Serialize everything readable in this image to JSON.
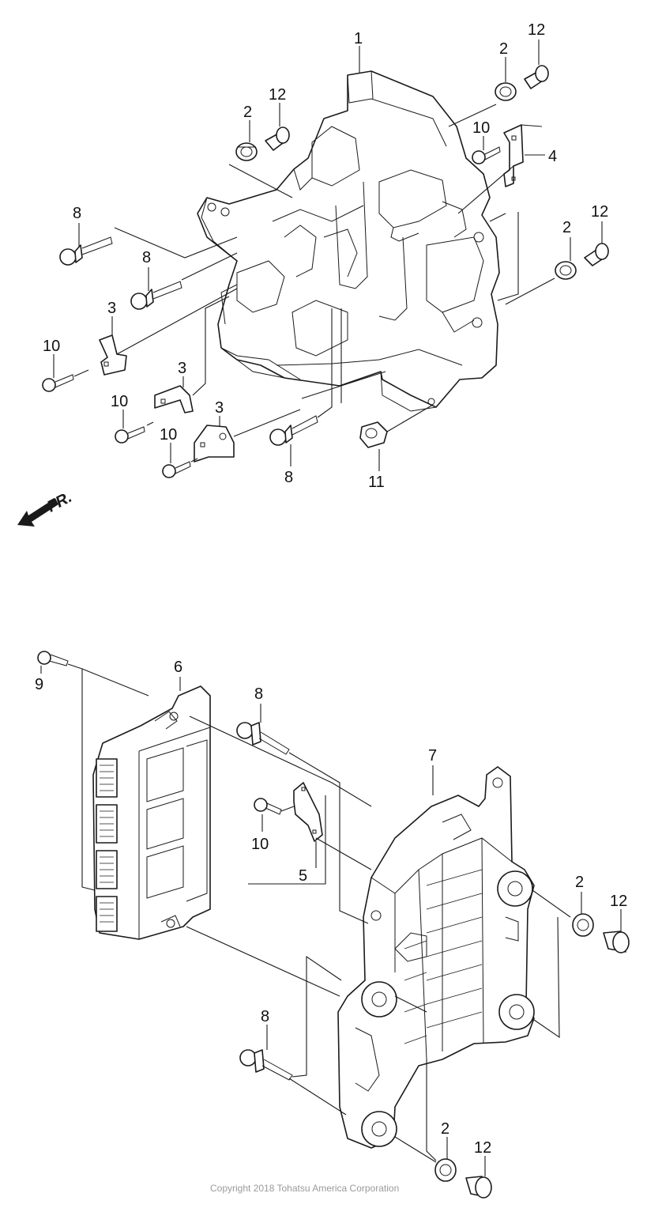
{
  "diagram": {
    "callouts": {
      "upper": [
        {
          "id": "c1",
          "label": "1"
        },
        {
          "id": "c2a",
          "label": "2"
        },
        {
          "id": "c12a",
          "label": "12"
        },
        {
          "id": "c2b",
          "label": "2"
        },
        {
          "id": "c12b",
          "label": "12"
        },
        {
          "id": "c10a",
          "label": "10"
        },
        {
          "id": "c4",
          "label": "4"
        },
        {
          "id": "c8a",
          "label": "8"
        },
        {
          "id": "c2c",
          "label": "2"
        },
        {
          "id": "c12c",
          "label": "12"
        },
        {
          "id": "c8b",
          "label": "8"
        },
        {
          "id": "c3a",
          "label": "3"
        },
        {
          "id": "c10b",
          "label": "10"
        },
        {
          "id": "c3b",
          "label": "3"
        },
        {
          "id": "c10c",
          "label": "10"
        },
        {
          "id": "c3c",
          "label": "3"
        },
        {
          "id": "c10d",
          "label": "10"
        },
        {
          "id": "c8c",
          "label": "8"
        },
        {
          "id": "c11",
          "label": "11"
        }
      ],
      "lower": [
        {
          "id": "c9",
          "label": "9"
        },
        {
          "id": "c6",
          "label": "6"
        },
        {
          "id": "c8d",
          "label": "8"
        },
        {
          "id": "c7",
          "label": "7"
        },
        {
          "id": "c10e",
          "label": "10"
        },
        {
          "id": "c5",
          "label": "5"
        },
        {
          "id": "c2d",
          "label": "2"
        },
        {
          "id": "c12d",
          "label": "12"
        },
        {
          "id": "c8e",
          "label": "8"
        },
        {
          "id": "c2e",
          "label": "2"
        },
        {
          "id": "c12e",
          "label": "12"
        }
      ]
    },
    "front_indicator": {
      "label": "FR.",
      "icon": "front-direction-arrow-icon"
    },
    "copyright": "Copyright 2018 Tohatsu America Corporation"
  }
}
